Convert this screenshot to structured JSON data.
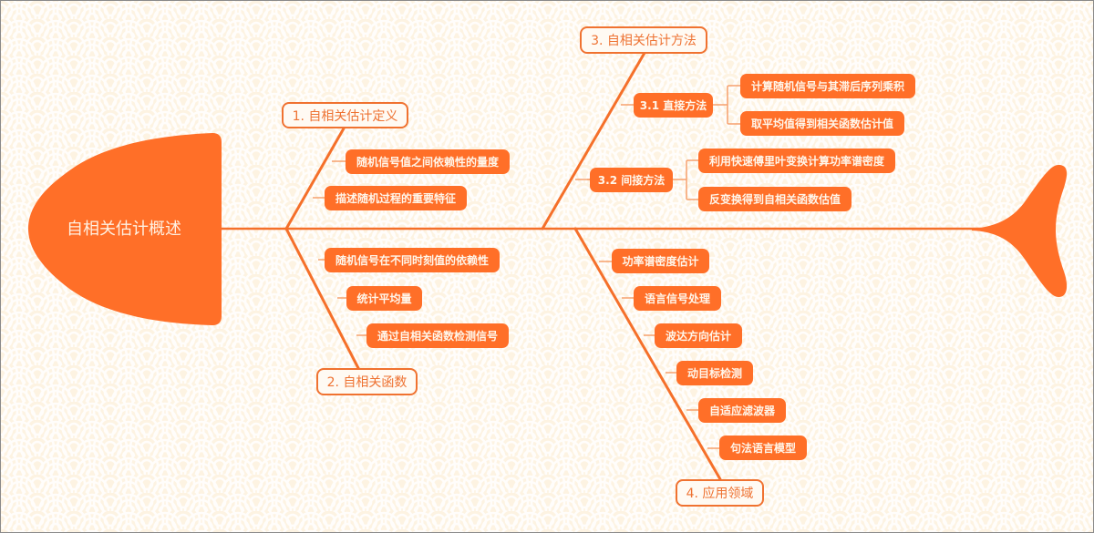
{
  "colors": {
    "primary": "#ff6f28",
    "topic_border": "#f07230",
    "topic_text": "#ee7232",
    "background": "#fdf3e2",
    "pattern": "#ffffff"
  },
  "central": {
    "label": "自相关估计概述"
  },
  "branches": [
    {
      "label": "1. 自相关估计定义",
      "position": "upper-left",
      "children": [
        {
          "label": "随机信号值之间依赖性的量度"
        },
        {
          "label": "描述随机过程的重要特征"
        }
      ]
    },
    {
      "label": "2. 自相关函数",
      "position": "lower-left",
      "children": [
        {
          "label": "随机信号在不同时刻值的依赖性"
        },
        {
          "label": "统计平均量"
        },
        {
          "label": "通过自相关函数检测信号"
        }
      ]
    },
    {
      "label": "3. 自相关估计方法",
      "position": "upper-right",
      "children": [
        {
          "label": "3.1 直接方法",
          "children": [
            {
              "label": "计算随机信号与其滞后序列乘积"
            },
            {
              "label": "取平均值得到相关函数估计值"
            }
          ]
        },
        {
          "label": "3.2 间接方法",
          "children": [
            {
              "label": "利用快速傅里叶变换计算功率谱密度"
            },
            {
              "label": "反变换得到自相关函数估值"
            }
          ]
        }
      ]
    },
    {
      "label": "4. 应用领域",
      "position": "lower-right",
      "children": [
        {
          "label": "功率谱密度估计"
        },
        {
          "label": "语言信号处理"
        },
        {
          "label": "波达方向估计"
        },
        {
          "label": "动目标检测"
        },
        {
          "label": "自适应滤波器"
        },
        {
          "label": "句法语言模型"
        }
      ]
    }
  ]
}
